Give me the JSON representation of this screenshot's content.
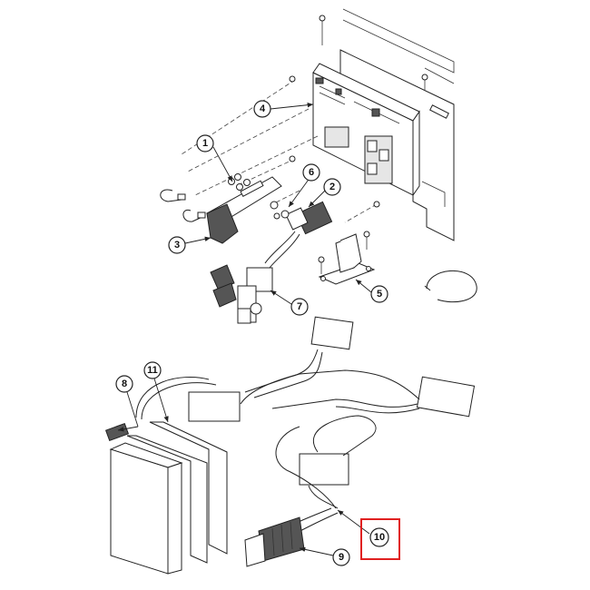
{
  "callouts": [
    {
      "id": "c1",
      "label": "1"
    },
    {
      "id": "c2",
      "label": "2"
    },
    {
      "id": "c3",
      "label": "3"
    },
    {
      "id": "c4",
      "label": "4"
    },
    {
      "id": "c5",
      "label": "5"
    },
    {
      "id": "c6",
      "label": "6"
    },
    {
      "id": "c7",
      "label": "7"
    },
    {
      "id": "c8",
      "label": "8"
    },
    {
      "id": "c9",
      "label": "9"
    },
    {
      "id": "c10",
      "label": "10"
    },
    {
      "id": "c11",
      "label": "11"
    }
  ],
  "highlight": {
    "target": "10",
    "color": "#e02020"
  }
}
